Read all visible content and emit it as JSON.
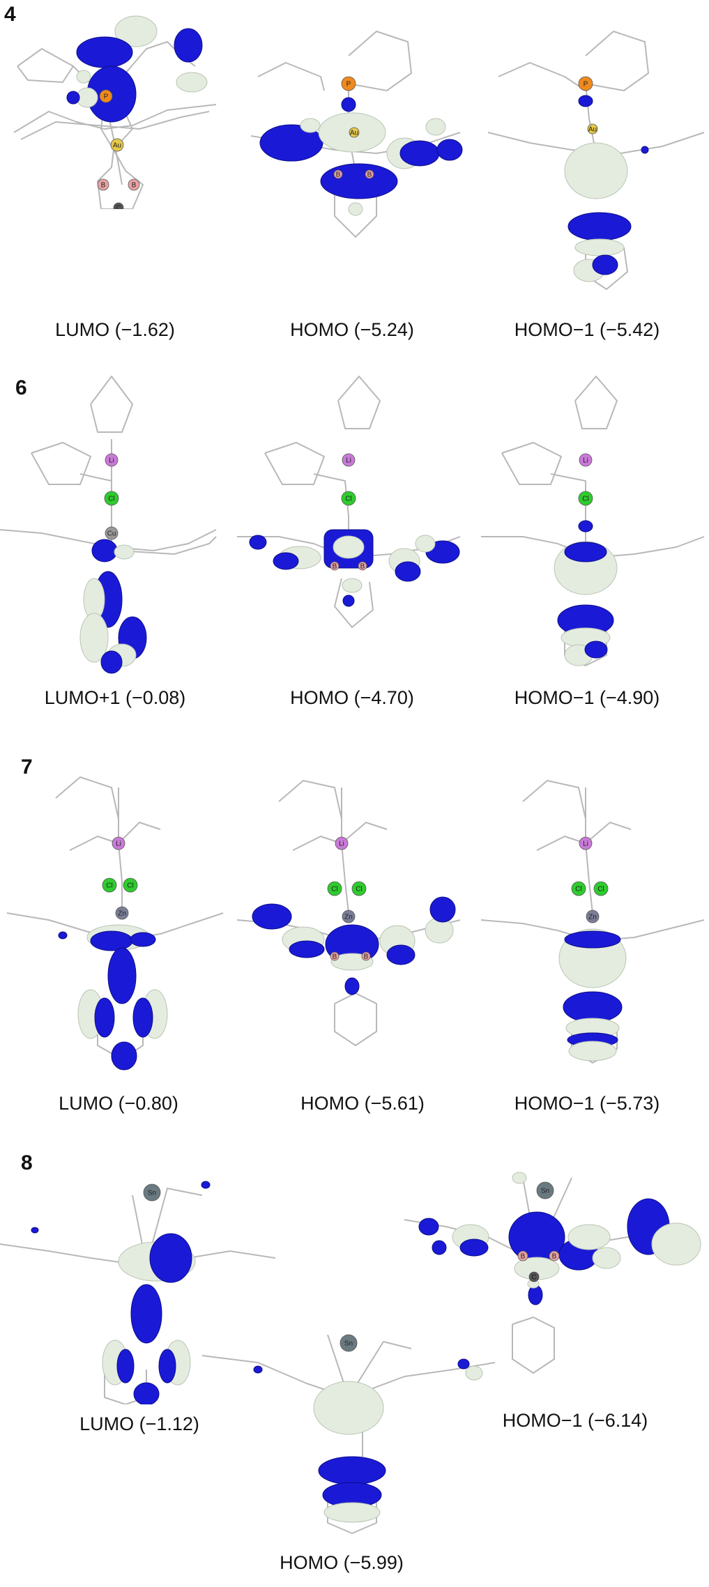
{
  "colors": {
    "lobe_negative": "#1a1ad6",
    "lobe_positive": "#e4ece0",
    "bond": "#b8b8b8",
    "atom_B": "#e8a2a2",
    "atom_C": "#555555",
    "atom_Au": "#e6c84a",
    "atom_P": "#f08a1c",
    "atom_Li": "#c97ad8",
    "atom_Cl": "#2ecc2e",
    "atom_Zn": "#7a7e96",
    "atom_Sn": "#6a7a80"
  },
  "sections": [
    {
      "label": "4",
      "orbitals": [
        {
          "caption": "LUMO (−1.62)",
          "atoms": [
            {
              "symbol": "P"
            },
            {
              "symbol": "Au"
            },
            {
              "symbol": "B"
            },
            {
              "symbol": "B"
            },
            {
              "symbol": "C"
            }
          ]
        },
        {
          "caption": "HOMO (−5.24)",
          "atoms": [
            {
              "symbol": "P"
            },
            {
              "symbol": "Au"
            },
            {
              "symbol": "B"
            },
            {
              "symbol": "B"
            }
          ]
        },
        {
          "caption": "HOMO−1 (−5.42)",
          "atoms": [
            {
              "symbol": "P"
            },
            {
              "symbol": "Au"
            }
          ]
        }
      ]
    },
    {
      "label": "6",
      "orbitals": [
        {
          "caption": "LUMO+1 (−0.08)",
          "atoms": [
            {
              "symbol": "Li"
            },
            {
              "symbol": "Cl"
            },
            {
              "symbol": "Cu"
            }
          ]
        },
        {
          "caption": "HOMO (−4.70)",
          "atoms": [
            {
              "symbol": "Li"
            },
            {
              "symbol": "Cl"
            },
            {
              "symbol": "B"
            },
            {
              "symbol": "B"
            }
          ]
        },
        {
          "caption": "HOMO−1 (−4.90)",
          "atoms": [
            {
              "symbol": "Li"
            },
            {
              "symbol": "Cl"
            }
          ]
        }
      ]
    },
    {
      "label": "7",
      "orbitals": [
        {
          "caption": "LUMO (−0.80)",
          "atoms": [
            {
              "symbol": "Li"
            },
            {
              "symbol": "Cl"
            },
            {
              "symbol": "Cl"
            },
            {
              "symbol": "Zn"
            }
          ]
        },
        {
          "caption": "HOMO (−5.61)",
          "atoms": [
            {
              "symbol": "Li"
            },
            {
              "symbol": "Cl"
            },
            {
              "symbol": "Cl"
            },
            {
              "symbol": "Zn"
            },
            {
              "symbol": "B"
            },
            {
              "symbol": "B"
            }
          ]
        },
        {
          "caption": "HOMO−1 (−5.73)",
          "atoms": [
            {
              "symbol": "Li"
            },
            {
              "symbol": "Cl"
            },
            {
              "symbol": "Cl"
            },
            {
              "symbol": "Zn"
            }
          ]
        }
      ]
    },
    {
      "label": "8",
      "orbitals": [
        {
          "caption": "LUMO (−1.12)",
          "atoms": [
            {
              "symbol": "Sn"
            }
          ]
        },
        {
          "caption": "HOMO (−5.99)",
          "atoms": [
            {
              "symbol": "Sn"
            }
          ]
        },
        {
          "caption": "HOMO−1 (−6.14)",
          "atoms": [
            {
              "symbol": "Sn"
            },
            {
              "symbol": "B"
            },
            {
              "symbol": "B"
            },
            {
              "symbol": "C"
            }
          ]
        }
      ]
    }
  ]
}
